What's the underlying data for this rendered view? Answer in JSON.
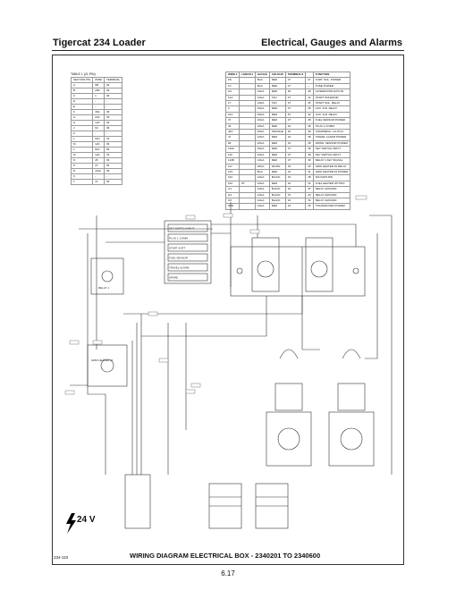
{
  "header": {
    "left_title": "Tigercat 234 Loader",
    "right_title": "Electrical, Gauges and Alarms"
  },
  "footer": {
    "code": "234-110",
    "title": "WIRING DIAGRAM ELECTRICAL BOX - 2340201 TO 2340600",
    "page": "6.17"
  },
  "voltage": "24 V",
  "small_table": {
    "caption": "TABLE 1 (21 PIN)",
    "headers": [
      "SECTION PIN",
      "WIRE",
      "TERMINAL"
    ],
    "rows": [
      [
        "A",
        "6B",
        "36"
      ],
      [
        "B",
        "25D",
        "36"
      ],
      [
        "C",
        "1",
        "36"
      ],
      [
        "D",
        "-",
        "-"
      ],
      [
        "E",
        "-",
        "-"
      ],
      [
        "F",
        "46A",
        "36"
      ],
      [
        "G",
        "23A",
        "36"
      ],
      [
        "H",
        "12A",
        "36"
      ],
      [
        "J",
        "6C",
        "36"
      ],
      [
        "K",
        "-",
        "-"
      ],
      [
        "L",
        "61D",
        "43"
      ],
      [
        "M",
        "12C",
        "36"
      ],
      [
        "L",
        "61A",
        "36"
      ],
      [
        "M",
        "12A",
        "43"
      ],
      [
        "N",
        "45",
        "36"
      ],
      [
        "P",
        "37",
        "36"
      ],
      [
        "R",
        "110A",
        "36"
      ],
      [
        "S",
        "-",
        "-"
      ],
      [
        "T",
        "47",
        "36"
      ]
    ]
  },
  "big_table": {
    "headers": [
      "WIRE #",
      "LENGTH",
      "GAUGE",
      "COLOUR",
      "TERMINALS",
      "",
      "FUNCTION"
    ],
    "rows": [
      [
        "1B",
        "",
        "8GA",
        "RED",
        "27",
        "27",
        "CART. SOL. POWER"
      ],
      [
        "1C",
        "",
        "8GA",
        "RED",
        "27",
        "~",
        "FUSE POWER"
      ],
      [
        "G2",
        "",
        "14GA",
        "RED",
        "30",
        "38",
        "ALTERNATOR EXCITE"
      ],
      [
        "12A",
        "",
        "14GA",
        "TAN",
        "4T",
        "42",
        "START SOLENOID"
      ],
      [
        "17",
        "",
        "14GA",
        "TAN",
        "3T",
        "35",
        "START SOL. RELAY"
      ],
      [
        "2",
        "",
        "16GA",
        "RED",
        "2T",
        "36",
        "AUX. IGN. RELAY"
      ],
      [
        "21A",
        "",
        "16GA",
        "RED",
        "5T",
        "32",
        "AUX. IGN. RELAY"
      ],
      [
        "37",
        "",
        "16GA",
        "RED",
        "2T",
        "38",
        "FUEL SENSOR POWER"
      ],
      [
        "32",
        "",
        "16GA",
        "RED",
        "34",
        "36",
        "PLUG 1 COMM."
      ],
      [
        "46A",
        "",
        "16GA",
        "ORANGE",
        "32",
        "38",
        "COMPRESS. CLUTCH"
      ],
      [
        "47",
        "",
        "14GA",
        "RED",
        "24",
        "38",
        "TRAVEL ALARM POWER"
      ],
      [
        "84",
        "",
        "16GA",
        "RED",
        "34",
        "38",
        "WRNG. SENSOR POWER"
      ],
      [
        "110A",
        "",
        "16GA",
        "RED",
        "2T",
        "36",
        "KEY SWITCH INPUT"
      ],
      [
        "110",
        "",
        "16GA",
        "RED",
        "2T",
        "38",
        "KEY SWITCH INPUT"
      ],
      [
        "110B",
        "",
        "14GA",
        "RED",
        "2T",
        "38",
        "RELAY 1 KEY SIGNAL"
      ],
      [
        "117",
        "",
        "20GA",
        "WHITE",
        "33",
        "36",
        "GRID HEATER #1 RELAY"
      ],
      [
        "123",
        "",
        "8GA",
        "RED",
        "23",
        "31",
        "GRID HEATER #1 POWER"
      ],
      [
        "162",
        "",
        "14GA",
        "BLACK",
        "33",
        "38",
        "FAN RETURN"
      ],
      [
        "162",
        "87",
        "14GA",
        "RED",
        "24",
        "34",
        "FUEL HEATER OPTION"
      ],
      [
        "G1",
        "",
        "14GA",
        "BLACK",
        "32",
        "3T",
        "RELAY GROUND"
      ],
      [
        "G4",
        "",
        "14GA",
        "BLACK",
        "3T",
        "29",
        "RELAY GROUND"
      ],
      [
        "G5",
        "",
        "14GA",
        "BLACK",
        "23",
        "36",
        "RELAY GROUND"
      ],
      [
        "SPD",
        "",
        "14GA",
        "RED",
        "24",
        "36",
        "TRANSDUCER POWER"
      ]
    ]
  },
  "diagram_labels": {
    "key_switch_input": "KEY SWITCH INPUT",
    "plug_1_comm": "PLUG 1 COMM",
    "start_soft": "START SOFT",
    "fuel_sensor": "FUEL SENSOR",
    "travel_alarm": "TRAVEL ALARM",
    "spare": "SPARE",
    "relay_1": "RELAY 1",
    "grid_heat_1": "GRID HEATER #1"
  }
}
